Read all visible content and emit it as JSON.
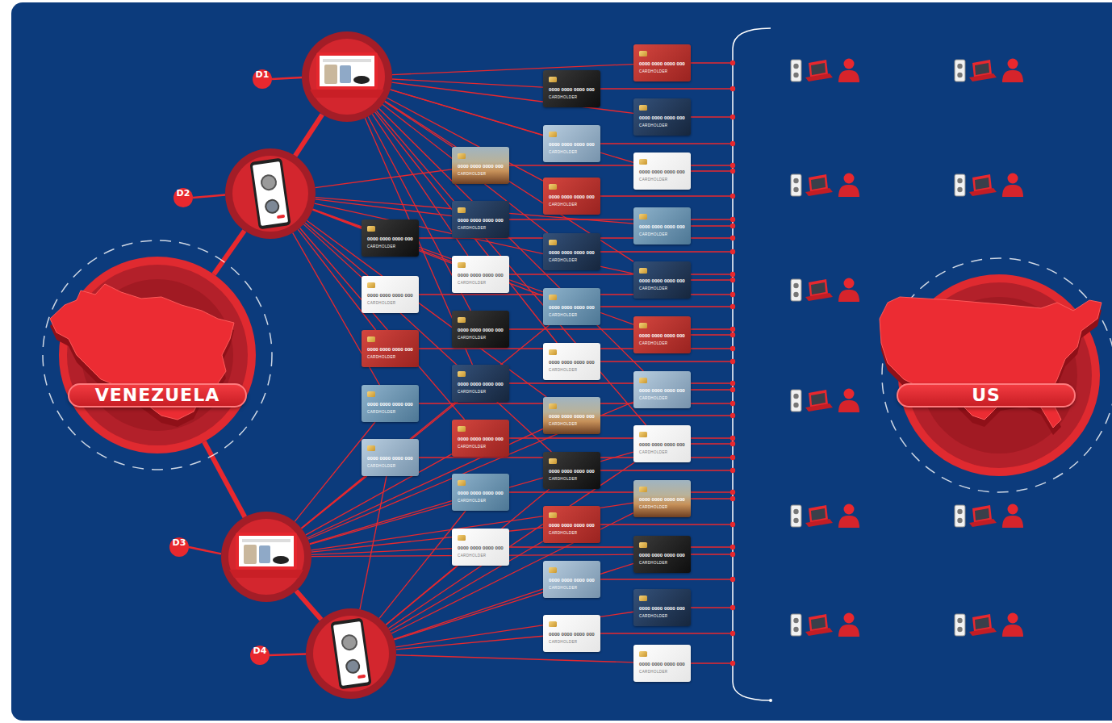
{
  "diagram": {
    "nodes": [
      {
        "text": [
          "VENEZUELA"
        ]
      },
      {
        "text": [
          "D1"
        ]
      },
      {
        "text": [
          "D2"
        ]
      },
      {
        "text": [
          "D3"
        ]
      },
      {
        "text": [
          "D4"
        ]
      },
      {
        "text": [
          "0000 0000 0000 000",
          "CARDHOLDER"
        ]
      },
      {
        "text": [
          "0000 0000 0000 000",
          "CARDHOLDER"
        ]
      },
      {
        "text": [
          "0000 0000 0000 000",
          "CARDHOLDER"
        ]
      },
      {
        "text": [
          "0000 0000 0000 000",
          "CARDHOLDER"
        ]
      },
      {
        "text": [
          "0000 0000 0000 000",
          "CARDHOLDER"
        ]
      },
      {
        "text": [
          "0000 0000 0000 000",
          "CARDHOLDER"
        ]
      },
      {
        "text": [
          "0000 0000 0000 000",
          "CARDHOLDER"
        ]
      },
      {
        "text": [
          "0000 0000 0000 000",
          "CARDHOLDER"
        ]
      },
      {
        "text": [
          "0000 0000 0000 000",
          "CARDHOLDER"
        ]
      },
      {
        "text": [
          "0000 0000 0000 000",
          "CARDHOLDER"
        ]
      },
      {
        "text": [
          "0000 0000 0000 000",
          "CARDHOLDER"
        ]
      },
      {
        "text": [
          "0000 0000 0000 000",
          "CARDHOLDER"
        ]
      },
      {
        "text": [
          "0000 0000 0000 000",
          "CARDHOLDER"
        ]
      },
      {
        "text": [
          "0000 0000 0000 000",
          "CARDHOLDER"
        ]
      },
      {
        "text": [
          "0000 0000 0000 000",
          "CARDHOLDER"
        ]
      },
      {
        "text": [
          "0000 0000 0000 000",
          "CARDHOLDER"
        ]
      },
      {
        "text": [
          "0000 0000 0000 000",
          "CARDHOLDER"
        ]
      },
      {
        "text": [
          "0000 0000 0000 000",
          "CARDHOLDER"
        ]
      },
      {
        "text": [
          "0000 0000 0000 000",
          "CARDHOLDER"
        ]
      },
      {
        "text": [
          "0000 0000 0000 000",
          "CARDHOLDER"
        ]
      },
      {
        "text": [
          "0000 0000 0000 000",
          "CARDHOLDER"
        ]
      },
      {
        "text": [
          "0000 0000 0000 000",
          "CARDHOLDER"
        ]
      },
      {
        "text": [
          "0000 0000 0000 000",
          "CARDHOLDER"
        ]
      },
      {
        "text": [
          "0000 0000 0000 000",
          "CARDHOLDER"
        ]
      },
      {
        "text": [
          "0000 0000 0000 000",
          "CARDHOLDER"
        ]
      },
      {
        "text": [
          "0000 0000 0000 000",
          "CARDHOLDER"
        ]
      },
      {
        "text": [
          "0000 0000 0000 000",
          "CARDHOLDER"
        ]
      },
      {
        "text": [
          "0000 0000 0000 000",
          "CARDHOLDER"
        ]
      },
      {
        "text": [
          "0000 0000 0000 000",
          "CARDHOLDER"
        ]
      },
      {
        "text": [
          "0000 0000 0000 000",
          "CARDHOLDER"
        ]
      },
      {
        "text": [
          "0000 0000 0000 000",
          "CARDHOLDER"
        ]
      },
      {
        "text": [
          "0000 0000 0000 000",
          "CARDHOLDER"
        ]
      },
      {
        "text": [
          "0000 0000 0000 000",
          "CARDHOLDER"
        ]
      },
      {
        "text": [
          "0000 0000 0000 000",
          "CARDHOLDER"
        ]
      },
      {
        "text": [
          "0000 0000 0000 000",
          "CARDHOLDER"
        ]
      },
      {
        "text": [
          "0000 0000 0000 000",
          "CARDHOLDER"
        ]
      },
      {
        "text": [
          "US"
        ]
      }
    ],
    "edges": [
      {
        "from": 0,
        "to": 2,
        "arrow": "none"
      },
      {
        "from": 2,
        "to": 1,
        "arrow": "none"
      },
      {
        "from": 0,
        "to": 3,
        "arrow": "none"
      },
      {
        "from": 3,
        "to": 4,
        "arrow": "none"
      },
      {
        "from": 1,
        "to": 29,
        "arrow": "none"
      },
      {
        "from": 1,
        "to": 18,
        "arrow": "none"
      },
      {
        "from": 1,
        "to": 30,
        "arrow": "none"
      },
      {
        "from": 1,
        "to": 19,
        "arrow": "none"
      },
      {
        "from": 1,
        "to": 10,
        "arrow": "none"
      },
      {
        "from": 1,
        "to": 20,
        "arrow": "none"
      },
      {
        "from": 1,
        "to": 31,
        "arrow": "none"
      },
      {
        "from": 1,
        "to": 21,
        "arrow": "none"
      },
      {
        "from": 1,
        "to": 12,
        "arrow": "none"
      },
      {
        "from": 1,
        "to": 33,
        "arrow": "none"
      },
      {
        "from": 1,
        "to": 13,
        "arrow": "none"
      },
      {
        "from": 1,
        "to": 23,
        "arrow": "none"
      },
      {
        "from": 1,
        "to": 35,
        "arrow": "none"
      },
      {
        "from": 1,
        "to": 14,
        "arrow": "none"
      },
      {
        "from": 1,
        "to": 36,
        "arrow": "none"
      },
      {
        "from": 2,
        "to": 5,
        "arrow": "none"
      },
      {
        "from": 2,
        "to": 6,
        "arrow": "none"
      },
      {
        "from": 2,
        "to": 7,
        "arrow": "none"
      },
      {
        "from": 2,
        "to": 8,
        "arrow": "none"
      },
      {
        "from": 2,
        "to": 10,
        "arrow": "none"
      },
      {
        "from": 2,
        "to": 11,
        "arrow": "none"
      },
      {
        "from": 2,
        "to": 12,
        "arrow": "none"
      },
      {
        "from": 2,
        "to": 32,
        "arrow": "none"
      },
      {
        "from": 2,
        "to": 22,
        "arrow": "none"
      },
      {
        "from": 2,
        "to": 33,
        "arrow": "none"
      },
      {
        "from": 2,
        "to": 34,
        "arrow": "none"
      },
      {
        "from": 2,
        "to": 24,
        "arrow": "none"
      },
      {
        "from": 2,
        "to": 15,
        "arrow": "none"
      },
      {
        "from": 2,
        "to": 25,
        "arrow": "none"
      },
      {
        "from": 3,
        "to": 9,
        "arrow": "none"
      },
      {
        "from": 3,
        "to": 8,
        "arrow": "none"
      },
      {
        "from": 3,
        "to": 16,
        "arrow": "none"
      },
      {
        "from": 3,
        "to": 17,
        "arrow": "none"
      },
      {
        "from": 3,
        "to": 15,
        "arrow": "none"
      },
      {
        "from": 3,
        "to": 24,
        "arrow": "none"
      },
      {
        "from": 3,
        "to": 26,
        "arrow": "none"
      },
      {
        "from": 3,
        "to": 37,
        "arrow": "none"
      },
      {
        "from": 3,
        "to": 14,
        "arrow": "none"
      },
      {
        "from": 3,
        "to": 22,
        "arrow": "none"
      },
      {
        "from": 3,
        "to": 35,
        "arrow": "none"
      },
      {
        "from": 3,
        "to": 36,
        "arrow": "none"
      },
      {
        "from": 3,
        "to": 38,
        "arrow": "none"
      },
      {
        "from": 4,
        "to": 9,
        "arrow": "none"
      },
      {
        "from": 4,
        "to": 16,
        "arrow": "none"
      },
      {
        "from": 4,
        "to": 17,
        "arrow": "none"
      },
      {
        "from": 4,
        "to": 26,
        "arrow": "none"
      },
      {
        "from": 4,
        "to": 27,
        "arrow": "none"
      },
      {
        "from": 4,
        "to": 28,
        "arrow": "none"
      },
      {
        "from": 4,
        "to": 39,
        "arrow": "none"
      },
      {
        "from": 4,
        "to": 40,
        "arrow": "none"
      },
      {
        "from": 4,
        "to": 38,
        "arrow": "none"
      },
      {
        "from": 4,
        "to": 25,
        "arrow": "none"
      },
      {
        "from": 4,
        "to": 37,
        "arrow": "none"
      },
      {
        "from": 4,
        "to": 36,
        "arrow": "none"
      }
    ]
  }
}
